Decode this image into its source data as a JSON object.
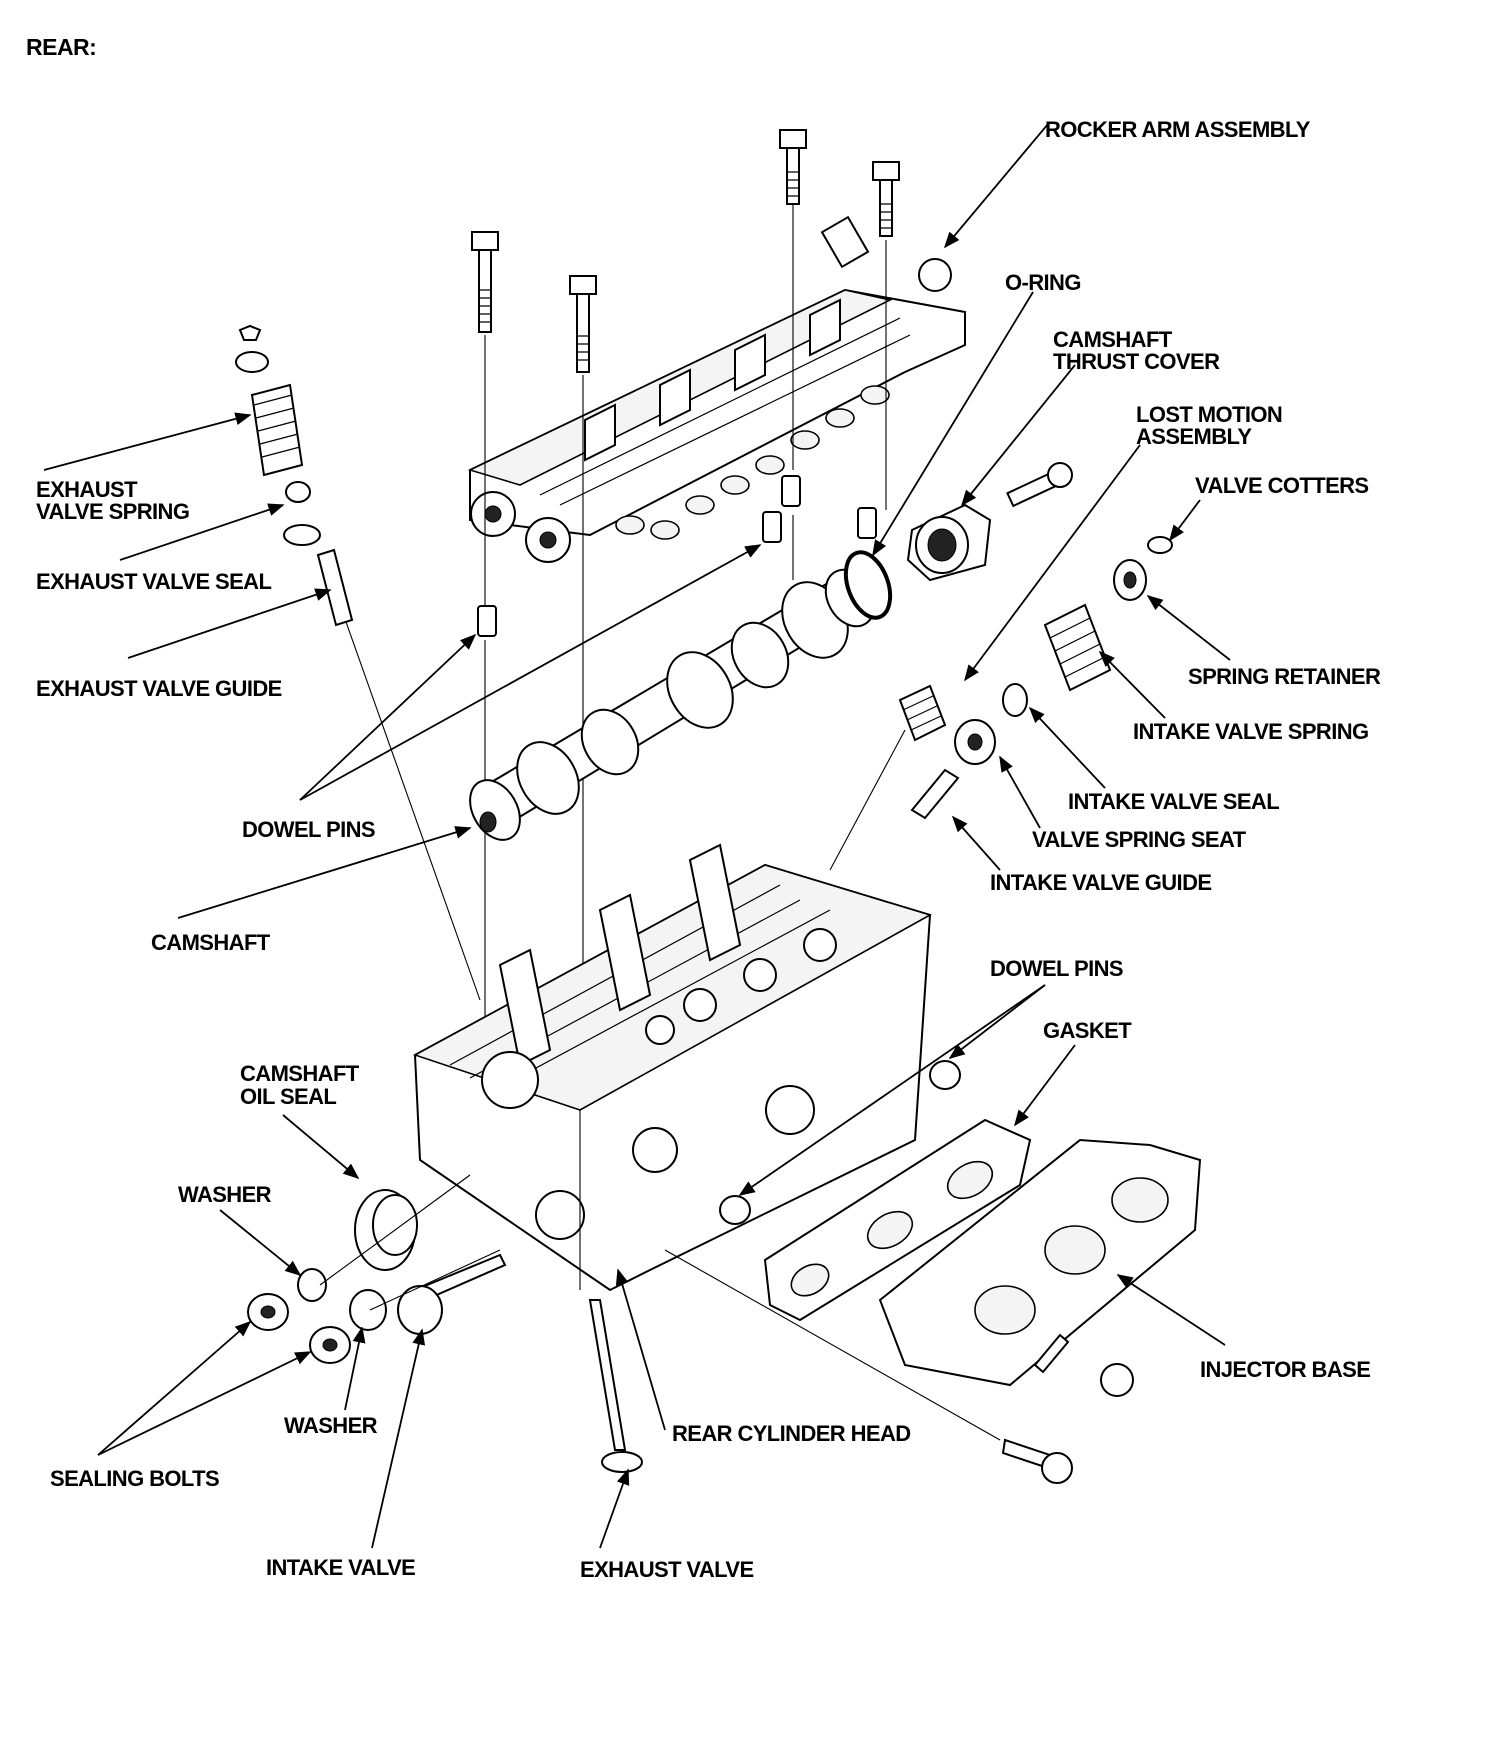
{
  "title": "REAR:",
  "labels": {
    "rocker_arm_assembly": "ROCKER ARM ASSEMBLY",
    "o_ring": "O-RING",
    "camshaft_thrust_cover_1": "CAMSHAFT",
    "camshaft_thrust_cover_2": "THRUST COVER",
    "lost_motion_assembly_1": "LOST MOTION",
    "lost_motion_assembly_2": "ASSEMBLY",
    "valve_cotters": "VALVE COTTERS",
    "exhaust_valve_spring_1": "EXHAUST",
    "exhaust_valve_spring_2": "VALVE SPRING",
    "exhaust_valve_seal": "EXHAUST VALVE SEAL",
    "exhaust_valve_guide": "EXHAUST VALVE GUIDE",
    "spring_retainer": "SPRING RETAINER",
    "intake_valve_spring": "INTAKE VALVE SPRING",
    "intake_valve_seal": "INTAKE VALVE SEAL",
    "dowel_pins_upper": "DOWEL PINS",
    "valve_spring_seat": "VALVE SPRING SEAT",
    "intake_valve_guide": "INTAKE VALVE GUIDE",
    "camshaft": "CAMSHAFT",
    "dowel_pins_lower": "DOWEL PINS",
    "gasket": "GASKET",
    "camshaft_oil_seal_1": "CAMSHAFT",
    "camshaft_oil_seal_2": "OIL SEAL",
    "washer_upper": "WASHER",
    "injector_base": "INJECTOR BASE",
    "washer_lower": "WASHER",
    "rear_cylinder_head": "REAR CYLINDER HEAD",
    "sealing_bolts": "SEALING BOLTS",
    "intake_valve": "INTAKE VALVE",
    "exhaust_valve": "EXHAUST VALVE"
  }
}
